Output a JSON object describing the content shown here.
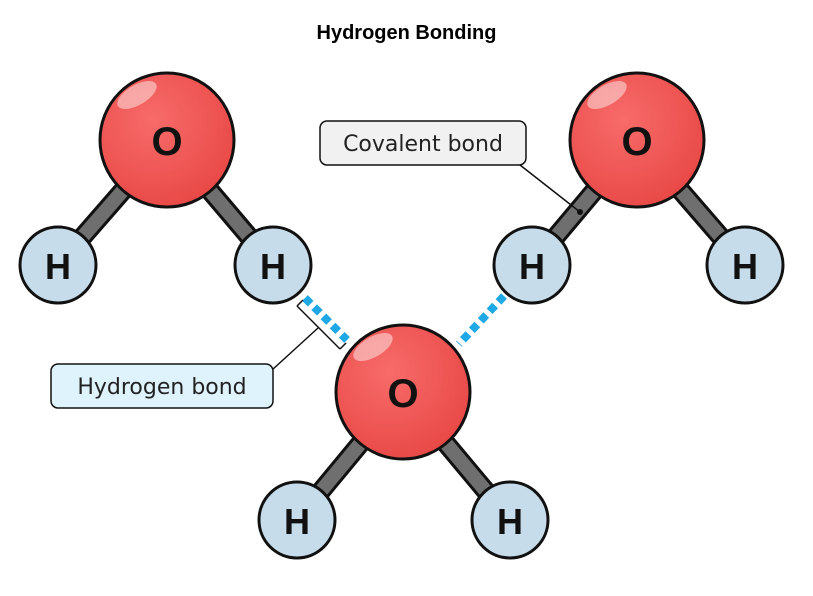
{
  "title": "Hydrogen Bonding",
  "atoms": {
    "oxygen_symbol": "O",
    "hydrogen_symbol": "H"
  },
  "labels": {
    "covalent_bond": "Covalent bond",
    "hydrogen_bond": "Hydrogen bond"
  },
  "colors": {
    "oxygen": "#f0514f",
    "hydrogen": "#c7dcea",
    "covalent_bond": "#6f6f6f",
    "hydrogen_bond": "#1ea8e6",
    "covalent_label_bg": "#f1f1f1",
    "hydrogen_label_bg": "#dff3fc"
  }
}
